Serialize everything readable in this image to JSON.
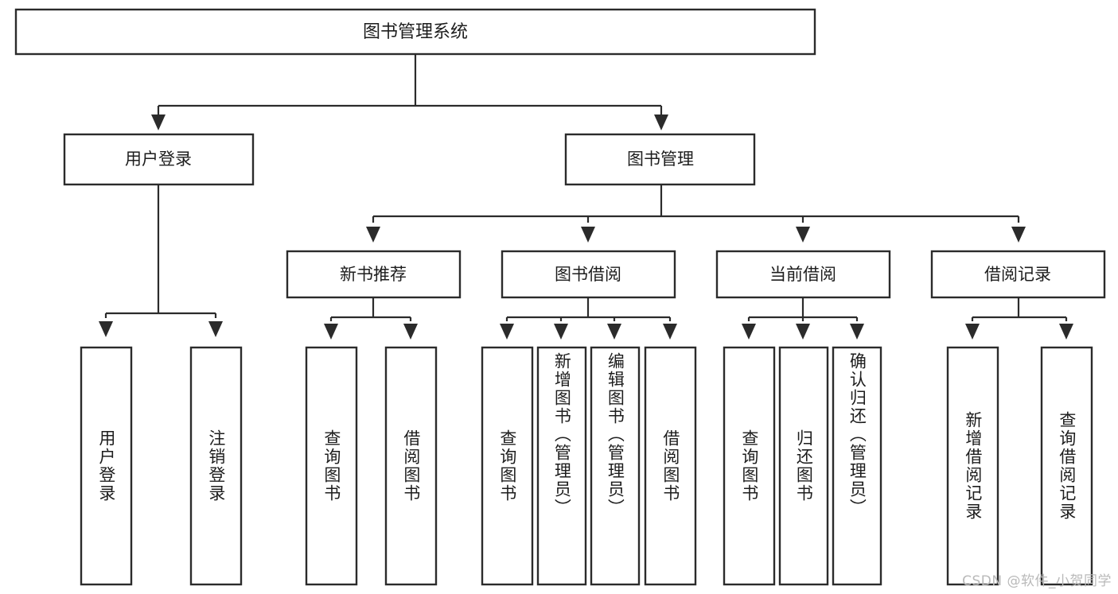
{
  "diagram": {
    "title": "图书管理系统",
    "type": "tree",
    "orientation": "top-down",
    "colors": {
      "box_stroke": "#2b2b2b",
      "box_fill": "#ffffff",
      "connector": "#2b2b2b",
      "text": "#1d1d1d",
      "background": "#ffffff",
      "watermark": "#b9b9b9"
    }
  },
  "root": {
    "label": "图书管理系统"
  },
  "level2": [
    {
      "label": "用户登录"
    },
    {
      "label": "图书管理"
    }
  ],
  "level3": [
    {
      "label": "新书推荐"
    },
    {
      "label": "图书借阅"
    },
    {
      "label": "当前借阅"
    },
    {
      "label": "借阅记录"
    }
  ],
  "leaves": {
    "user_login": [
      {
        "label": "用户登录"
      },
      {
        "label": "注销登录"
      }
    ],
    "new_book_recommend": [
      {
        "label": "查询图书"
      },
      {
        "label": "借阅图书"
      }
    ],
    "book_borrow": [
      {
        "label": "查询图书"
      },
      {
        "label": "新增图书（管理员）"
      },
      {
        "label": "编辑图书（管理员）"
      },
      {
        "label": "借阅图书"
      }
    ],
    "current_borrow": [
      {
        "label": "查询图书"
      },
      {
        "label": "归还图书"
      },
      {
        "label": "确认归还（管理员）"
      }
    ],
    "borrow_record": [
      {
        "label": "新增借阅记录"
      },
      {
        "label": "查询借阅记录"
      }
    ]
  },
  "watermark": {
    "text": "CSDN @软件_小贺同学"
  }
}
